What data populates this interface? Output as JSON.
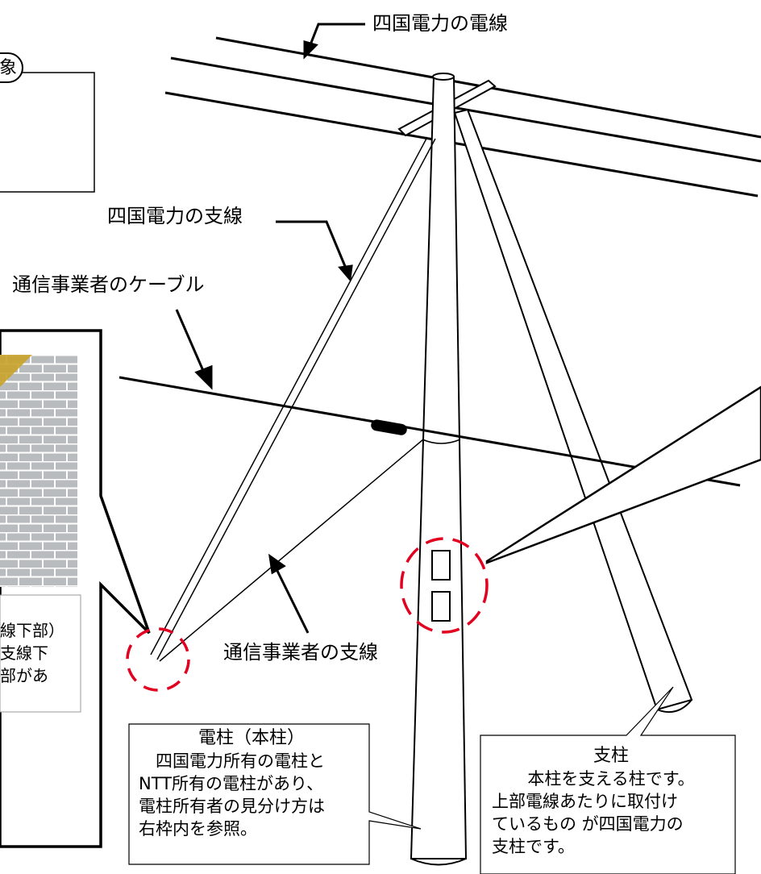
{
  "labels": {
    "shikoku_wire": "四国電力の電線",
    "shikoku_guy": "四国電力の支線",
    "telecom_cable": "通信事業者のケーブル",
    "telecom_guy": "通信事業者の支線",
    "top_left_fragment": "象",
    "left_callout_lines": [
      "線下部）",
      "支線下",
      "部があ"
    ]
  },
  "pole_box": {
    "title": "電柱（本柱）",
    "lines": [
      "　四国電力所有の電柱と",
      "NTT所有の電柱があり、",
      "電柱所有者の見分け方は",
      "右枠内を参照。"
    ]
  },
  "sub_pole_box": {
    "title": "支柱",
    "lines": [
      "本柱を支える柱です。",
      "上部電線あたりに取付け",
      "ているもの が四国電力の",
      "支柱です。"
    ]
  },
  "colors": {
    "line": "#000000",
    "highlight_circle": "#e1001f",
    "brick_wall": "#b9bcbe",
    "brick_mortar": "#ffffff",
    "pole_yellow": "#c9a22a"
  }
}
